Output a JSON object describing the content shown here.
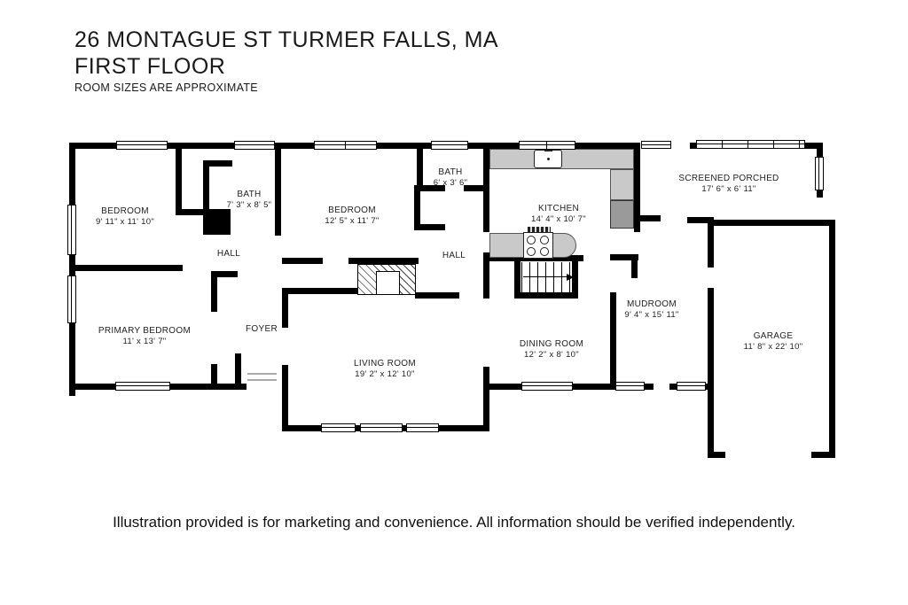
{
  "header": {
    "address": "26 MONTAGUE ST TURMER FALLS, MA",
    "floor": "FIRST FLOOR",
    "note": "ROOM SIZES ARE APPROXIMATE"
  },
  "footer": {
    "disclaimer": "Illustration provided is for marketing and convenience. All information should be verified independently."
  },
  "colors": {
    "wall": "#000000",
    "counter": "#c9c9c9",
    "appliance": "#9a9a9a",
    "background": "#ffffff",
    "text": "#1c1c1c"
  },
  "rooms": {
    "bedroom1": {
      "name": "BEDROOM",
      "dims": "9' 11\" x 11' 10\""
    },
    "bath1": {
      "name": "BATH",
      "dims": "7' 3\" x 8' 5\""
    },
    "hall1": {
      "name": "HALL"
    },
    "bedroom2": {
      "name": "BEDROOM",
      "dims": "12' 5\" x 11' 7\""
    },
    "bath2": {
      "name": "BATH",
      "dims": "6' x 3' 6\""
    },
    "hall2": {
      "name": "HALL"
    },
    "kitchen": {
      "name": "KITCHEN",
      "dims": "14' 4\" x 10' 7\""
    },
    "screened_porch": {
      "name": "SCREENED PORCHED",
      "dims": "17' 6\" x 6' 11\""
    },
    "primary_bedroom": {
      "name": "PRIMARY BEDROOM",
      "dims": "11' x 13' 7\""
    },
    "foyer": {
      "name": "FOYER"
    },
    "living_room": {
      "name": "LIVING ROOM",
      "dims": "19' 2\" x 12' 10\""
    },
    "dining_room": {
      "name": "DINING ROOM",
      "dims": "12' 2\" x 8' 10\""
    },
    "mudroom": {
      "name": "MUDROOM",
      "dims": "9' 4\" x 15' 11\""
    },
    "garage": {
      "name": "GARAGE",
      "dims": "11' 8\" x 22' 10\""
    }
  },
  "fixtures": {
    "sink": "kitchen-sink",
    "stove": "stove-four-burners",
    "refrigerator": "refrigerator",
    "fireplace": "fireplace",
    "stairs": "staircase-up-arrow"
  }
}
